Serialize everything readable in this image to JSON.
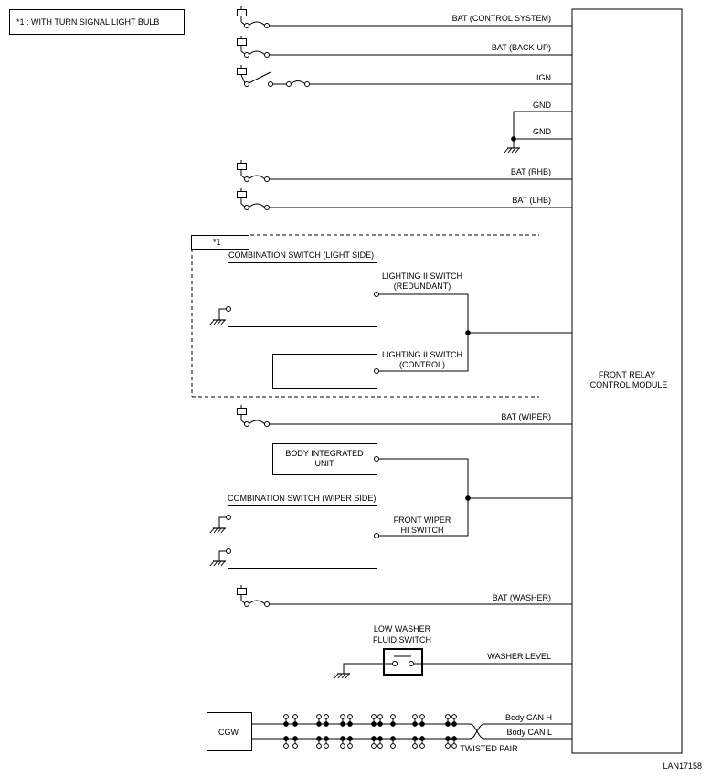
{
  "note_box": {
    "text": "*1  : WITH TURN SIGNAL LIGHT BULB"
  },
  "module": {
    "line1": "FRONT RELAY",
    "line2": "CONTROL MODULE"
  },
  "signals": {
    "bat_control": "BAT (CONTROL SYSTEM)",
    "bat_backup": "BAT (BACK-UP)",
    "ign": "IGN",
    "gnd1": "GND",
    "gnd2": "GND",
    "bat_rhb": "BAT (RHB)",
    "bat_lhb": "BAT (LHB)",
    "bat_wiper": "BAT (WIPER)",
    "bat_washer": "BAT (WASHER)",
    "washer_level": "WASHER LEVEL",
    "can_h": "Body CAN H",
    "can_l": "Body CAN L"
  },
  "marker": {
    "text": "*1"
  },
  "light_switch": {
    "title": "COMBINATION SWITCH (LIGHT SIDE)",
    "redundant_l1": "LIGHTING II SWITCH",
    "redundant_l2": "(REDUNDANT)",
    "control_l1": "LIGHTING II SWITCH",
    "control_l2": "(CONTROL)"
  },
  "body_unit": {
    "line1": "BODY INTEGRATED",
    "line2": "UNIT"
  },
  "wiper_switch": {
    "title": "COMBINATION SWITCH (WIPER SIDE)",
    "hi_l1": "FRONT WIPER",
    "hi_l2": "HI SWITCH"
  },
  "washer_switch": {
    "line1": "LOW WASHER",
    "line2": "FLUID SWITCH"
  },
  "cgw": {
    "label": "CGW"
  },
  "twisted_pair": {
    "label": "TWISTED PAIR"
  },
  "diagram_id": {
    "label": "LAN17158"
  }
}
